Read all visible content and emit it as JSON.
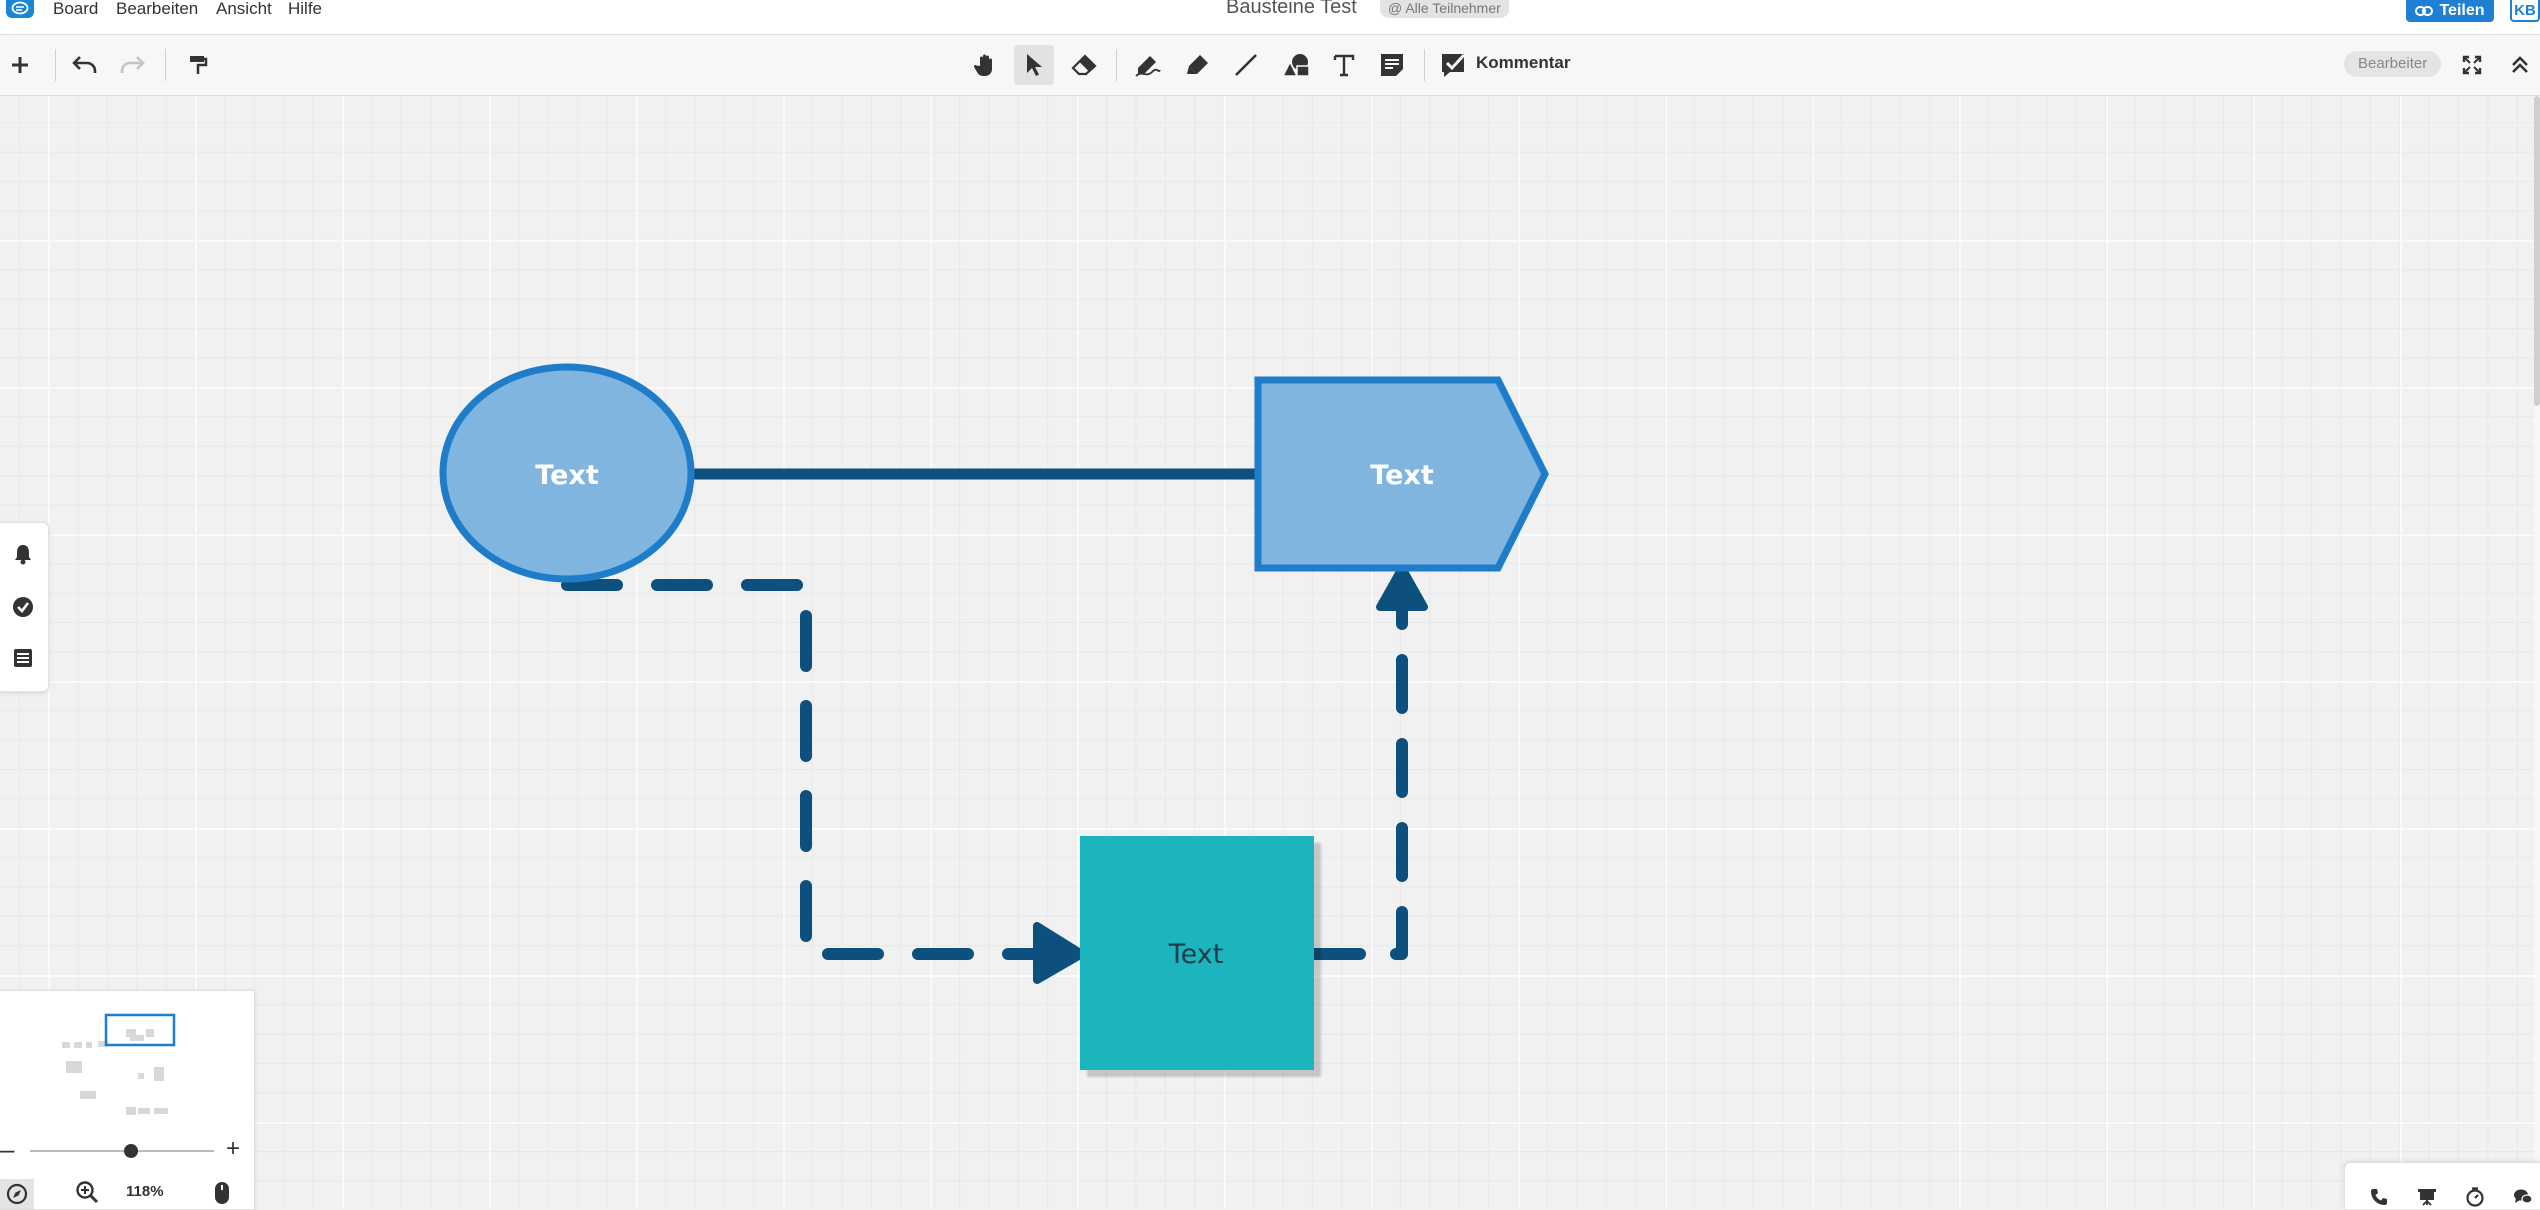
{
  "menubar": {
    "items": [
      "Board",
      "Bearbeiten",
      "Ansicht",
      "Hilfe"
    ],
    "title": "Bausteine Test",
    "participants": "@ Alle Teilnehmer",
    "share_label": "Teilen",
    "user_initials": "KB"
  },
  "toolbar": {
    "comment_label": "Kommentar",
    "mode_label": "Bearbeiter",
    "active_tool": "select"
  },
  "diagram": {
    "ellipse_text": "Text",
    "pentagon_text": "Text",
    "square_text": "Text",
    "colors": {
      "shape_fill": "#7fb5df",
      "shape_stroke": "#1e7cc8",
      "connector": "#0d507e",
      "square_fill": "#1ab5bd"
    }
  },
  "minimap": {
    "zoom_level": "118%",
    "zoom_fraction": 0.55
  }
}
